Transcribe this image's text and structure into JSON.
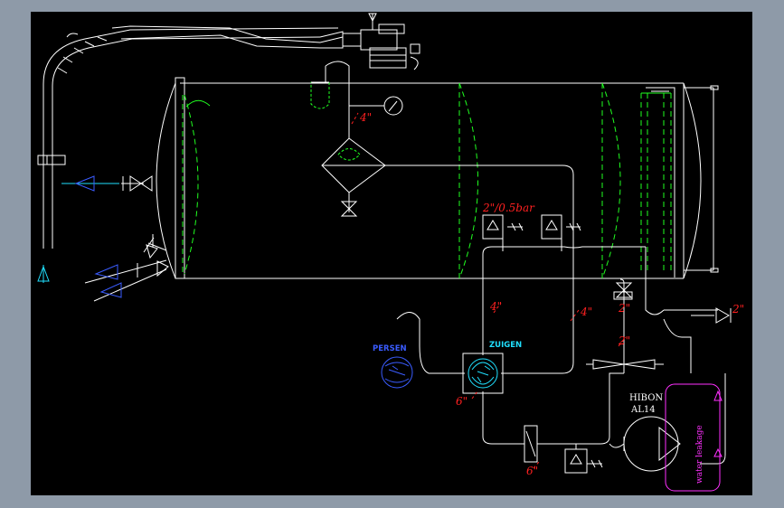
{
  "labels": {
    "pipe_top": "4\"",
    "relief_valve": "2\"/0.5bar",
    "suction_line": "4\"",
    "return_line": "4\"",
    "drain_small": "2\"",
    "drain_right": "2\"",
    "bypass": "2\"",
    "zuigen_size": "6\"",
    "check_size": "6\"",
    "pump_name": "HIBON",
    "pump_model": "AL14",
    "zuigen": "ZUIGEN",
    "persen": "PERSEN",
    "leakage": "water leakage"
  },
  "colors": {
    "background": "#000000",
    "frame": "#8e9aa8",
    "line": "#ffffff",
    "hidden": "#20ff20",
    "dimension": "#ff2020",
    "flow_cyan": "#20e0ff",
    "flow_blue": "#3a5cff",
    "leak": "#ff30ff"
  }
}
